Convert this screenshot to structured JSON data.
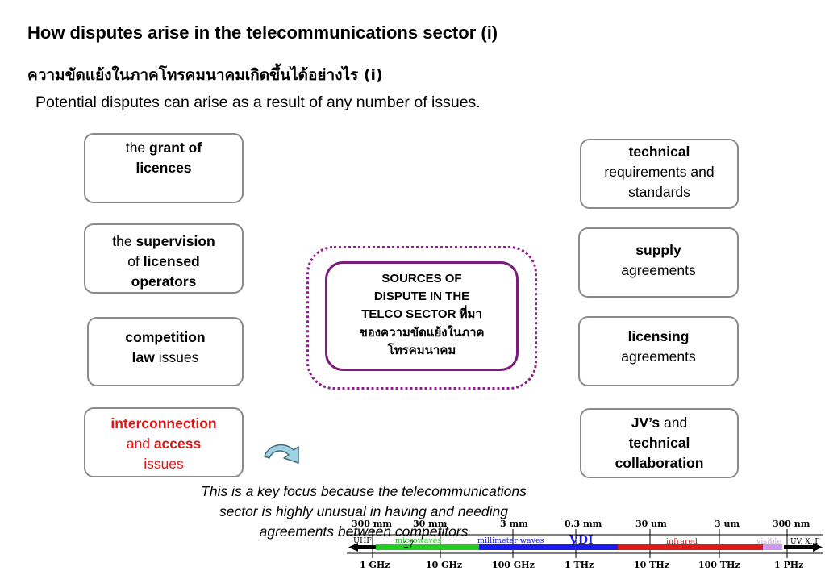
{
  "header": {
    "title": "How disputes arise in the telecommunications sector (i)",
    "thai_title": "ความขัดแย้งในภาคโทรคมนาคมเกิดขึ้นได้อย่างไร (i)",
    "intro": "Potential disputes can arise as a result of any number of issues."
  },
  "left_boxes": {
    "grant": {
      "pre": "the ",
      "bold1": "grant of",
      "bold2": "licences"
    },
    "supervision": {
      "pre": "the ",
      "bold1": "supervision",
      "of": "of ",
      "bold2": "licensed",
      "bold3": "operators"
    },
    "competition": {
      "bold1": "competition",
      "bold2": "law",
      "rest": " issues"
    },
    "interconnection": {
      "bold1": "interconnection",
      "and": "and ",
      "bold2": "access",
      "rest": "issues"
    }
  },
  "right_boxes": {
    "technical": {
      "bold": "technical",
      "line2": "requirements and",
      "line3": "standards"
    },
    "supply": {
      "bold": "supply",
      "rest": "agreements"
    },
    "licensing": {
      "bold": "licensing",
      "rest": "agreements"
    },
    "jv": {
      "bold1": "JV’s",
      "and": " and",
      "bold2": "technical",
      "bold3": "collaboration"
    }
  },
  "center": {
    "line1": "SOURCES OF",
    "line2": "DISPUTE IN THE",
    "line3": "TELCO SECTOR ที่มา",
    "line4": "ของความขัดแย้งในภาค",
    "line5": "โทรคมนาคม"
  },
  "note": {
    "line1": "This is a key focus because the telecommunications",
    "line2": "sector is highly unusual in having and needing",
    "line3": "agreements between competitors"
  },
  "page_number": "17",
  "spectrum": {
    "wavelengths": [
      "300 mm",
      "30 mm",
      "3 mm",
      "0.3 mm",
      "30 um",
      "3 um",
      "300 nm"
    ],
    "frequencies": [
      "1 GHz",
      "10 GHz",
      "100 GHz",
      "1 THz",
      "10 THz",
      "100 THz",
      "1 PHz"
    ],
    "bands": {
      "uhf": "UHF",
      "microwaves": "microwaves",
      "millimeter": "millimeter waves",
      "vdi": "VDI",
      "infrared": "infrared",
      "visible": "visible",
      "uv": "UV, X, Γ"
    },
    "colors": {
      "uhf": "#ffffff",
      "microwaves": "#22cc22",
      "millimeter": "#1a1aee",
      "infrared": "#dd1a1a",
      "visible": "#cc99ee",
      "uv": "#ffffff"
    }
  },
  "colors": {
    "box_border": "#8a8a8a",
    "accent_red": "#e41414",
    "center_border": "#7b1b7b",
    "arrow_fill": "#9ed3e4"
  }
}
